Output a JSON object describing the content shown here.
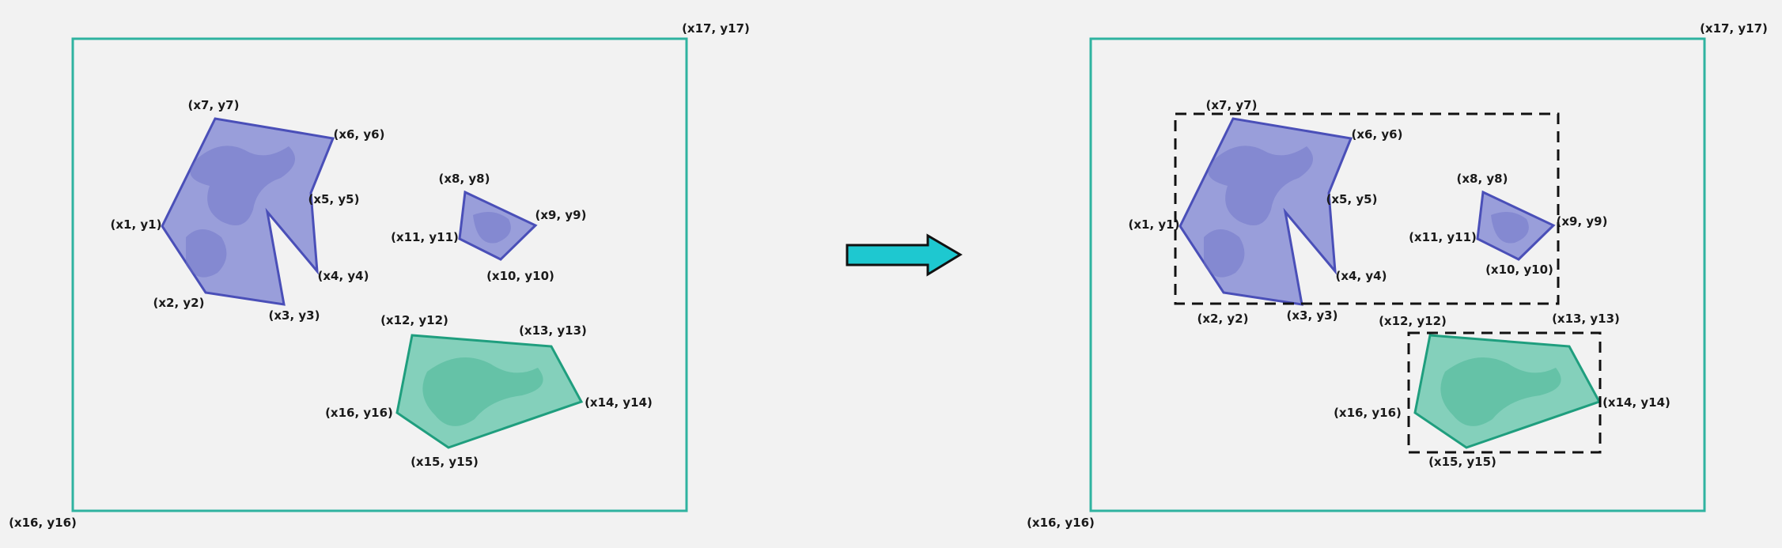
{
  "left_panel": {
    "frame_labels": {
      "bottom_left": "(x16, y16)",
      "top_right": "(x17, y17)"
    },
    "big_polygon": [
      "(x1, y1)",
      "(x2, y2)",
      "(x3, y3)",
      "(x4, y4)",
      "(x5, y5)",
      "(x6, y6)",
      "(x7, y7)"
    ],
    "small_polygon": [
      "(x8, y8)",
      "(x9, y9)",
      "(x10, y10)",
      "(x11, y11)"
    ],
    "green_polygon": [
      "(x12, y12)",
      "(x13, y13)",
      "(x14, y14)",
      "(x15, y15)",
      "(x16, y16)"
    ]
  },
  "right_panel": {
    "frame_labels": {
      "bottom_left": "(x16, y16)",
      "top_right": "(x17, y17)"
    },
    "big_polygon": [
      "(x1, y1)",
      "(x2, y2)",
      "(x3, y3)",
      "(x4, y4)",
      "(x5, y5)",
      "(x6, y6)",
      "(x7, y7)"
    ],
    "small_polygon": [
      "(x8, y8)",
      "(x9, y9)",
      "(x10, y10)",
      "(x11, y11)"
    ],
    "green_polygon": [
      "(x12, y12)",
      "(x13, y13)",
      "(x14, y14)",
      "(x15, y15)",
      "(x16, y16)"
    ]
  },
  "colors": {
    "frame": "#2fb3a0",
    "blue_fill": "#8a8fd6",
    "blue_stroke": "#4a4fb8",
    "green_fill": "#5fc4a8",
    "green_stroke": "#1f9e7e",
    "arrow": "#1ec8d0",
    "bbox": "#111111"
  }
}
